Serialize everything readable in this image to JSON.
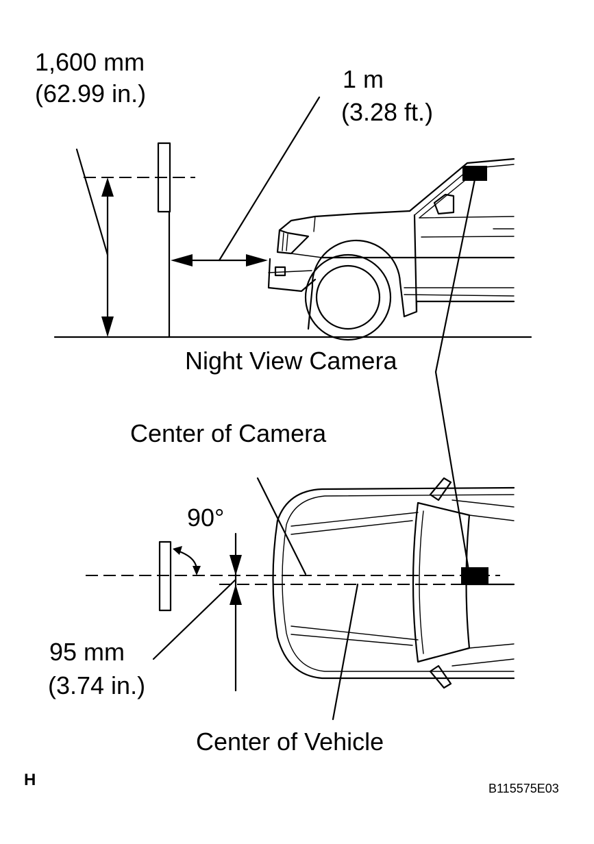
{
  "labels": {
    "height_mm": "1,600 mm",
    "height_in": "(62.99 in.)",
    "distance_m": "1 m",
    "distance_ft": "(3.28 ft.)",
    "camera": "Night View Camera",
    "camera_center": "Center of Camera",
    "angle": "90°",
    "offset_mm": "95 mm",
    "offset_in": "(3.74 in.)",
    "vehicle_center": "Center of Vehicle"
  },
  "corner_letter": "H",
  "figure_code": "B115575E03"
}
